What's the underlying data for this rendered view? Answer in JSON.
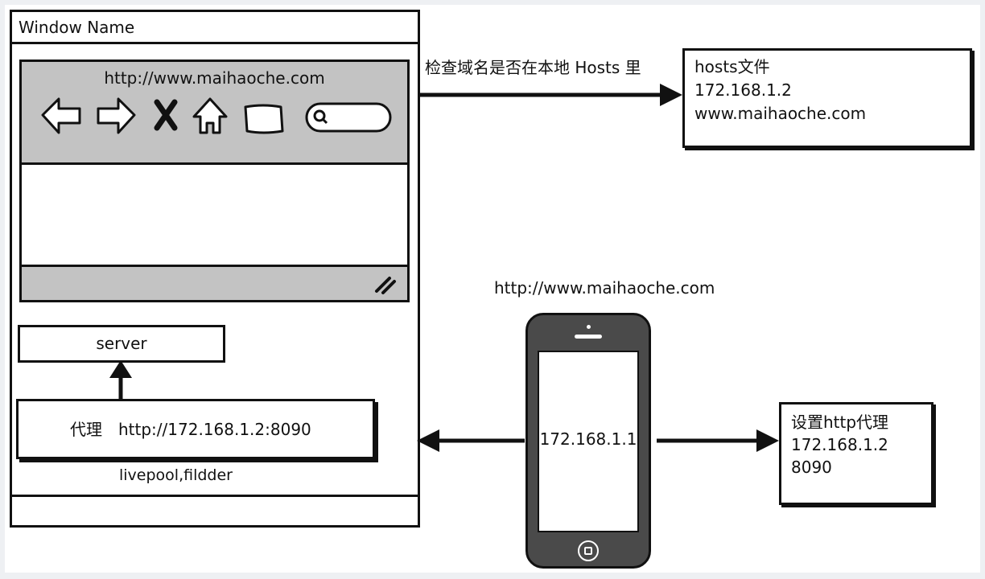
{
  "window": {
    "title": "Window Name"
  },
  "browser": {
    "url": "http://www.maihaoche.com",
    "toolbar_icons": [
      "back-arrow-icon",
      "forward-arrow-icon",
      "stop-x-icon",
      "home-icon",
      "bookmark-icon",
      "search-icon"
    ]
  },
  "server": {
    "label": "server"
  },
  "proxy": {
    "label": "代理",
    "address": "http://172.168.1.2:8090"
  },
  "tools": {
    "label": "livepool,fildder"
  },
  "hosts_check": {
    "label": "检查域名是否在本地 Hosts 里"
  },
  "hosts_file": {
    "lines": [
      "hosts文件",
      "172.168.1.2",
      "www.maihaoche.com"
    ]
  },
  "phone": {
    "url": "http://www.maihaoche.com",
    "ip": "172.168.1.1"
  },
  "proxy_setting": {
    "lines": [
      "设置http代理",
      "172.168.1.2",
      "8090"
    ]
  }
}
